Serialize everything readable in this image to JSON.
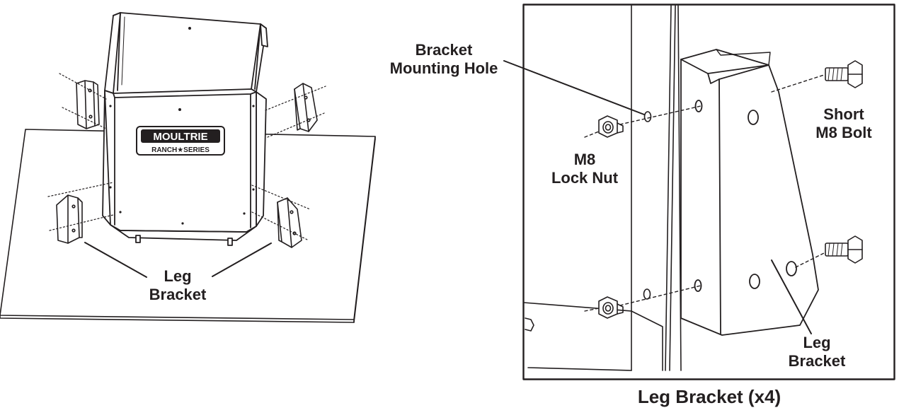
{
  "left_panel": {
    "logo": {
      "brand": "MOULTRIE",
      "series": "RANCH★SERIES"
    },
    "leg_bracket_label": {
      "line1": "Leg",
      "line2": "Bracket"
    }
  },
  "right_panel": {
    "bracket_mounting_hole_label": {
      "line1": "Bracket",
      "line2": "Mounting Hole"
    },
    "short_bolt_label": {
      "line1": "Short",
      "line2": "M8 Bolt"
    },
    "lock_nut_label": {
      "line1": "M8",
      "line2": "Lock Nut"
    },
    "leg_bracket_label": {
      "line1": "Leg",
      "line2": "Bracket"
    }
  },
  "caption": "Leg Bracket (x4)",
  "colors": {
    "ink": "#231f20",
    "background": "#ffffff",
    "panel_border": "#231f20"
  }
}
